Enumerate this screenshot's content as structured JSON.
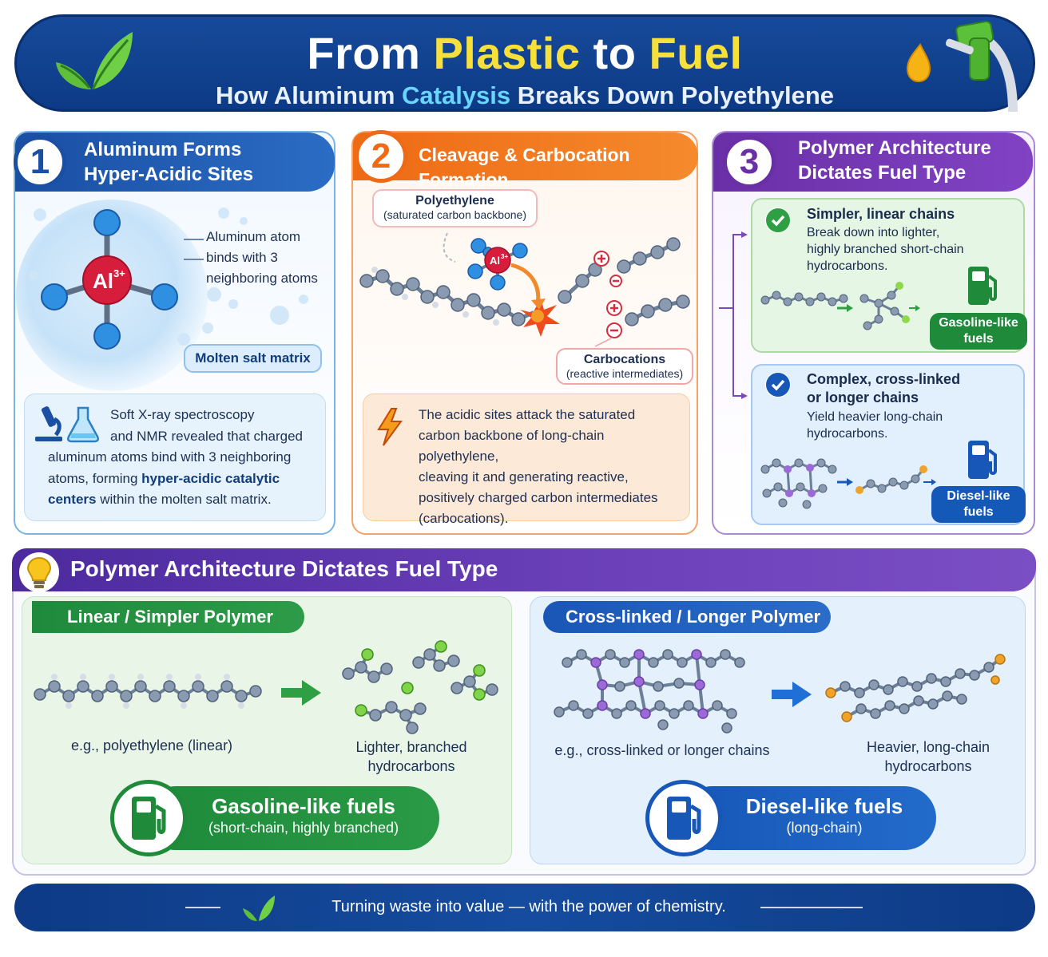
{
  "header": {
    "title_part1": "From ",
    "title_part2": "Plastic",
    "title_part3": " to ",
    "title_part4": "Fuel",
    "subtitle_part1": "How Aluminum ",
    "subtitle_part2": "Catalysis",
    "subtitle_part3": " Breaks Down Polyethylene"
  },
  "step1": {
    "number": "1",
    "title_line1": "Aluminum Forms",
    "title_line2": "Hyper-Acidic Sites",
    "ion_label": "Al",
    "ion_charge": "3+",
    "atom_line1": "Aluminum atom",
    "atom_line2": "binds with 3",
    "atom_line3": "neighboring atoms",
    "matrix_label": "Molten salt matrix",
    "body_line1": "Soft X-ray spectroscopy",
    "body_line2": "and NMR revealed that charged",
    "body_line3": "aluminum atoms bind with 3 neighboring",
    "body_line4a": "atoms, forming ",
    "body_line4b": "hyper-acidic catalytic",
    "body_line5a": "centers",
    "body_line5b": " within the molten salt matrix."
  },
  "step2": {
    "number": "2",
    "title": "Cleavage & Carbocation Formation",
    "pe_label": "Polyethylene",
    "pe_sub": "(saturated carbon backbone)",
    "ion_label": "Al",
    "ion_charge": "3+",
    "carbo_label": "Carbocations",
    "carbo_sub": "(reactive intermediates)",
    "body_line1": "The acidic sites attack the saturated",
    "body_line2": "carbon backbone of long-chain polyethylene,",
    "body_line3": "cleaving it and generating reactive,",
    "body_line4": "positively charged carbon intermediates",
    "body_line5": "(carbocations)."
  },
  "step3": {
    "number": "3",
    "title_line1": "Polymer Architecture",
    "title_line2": "Dictates Fuel Type",
    "linear_head": "Simpler, linear chains",
    "linear_line1": "Break down into lighter,",
    "linear_line2": "highly branched short-chain",
    "linear_line3": "hydrocarbons.",
    "gas_line1": "Gasoline-like",
    "gas_line2": "fuels",
    "cross_head1": "Complex, cross-linked",
    "cross_head2": "or longer chains",
    "cross_line1": "Yield heavier long-chain",
    "cross_line2": "hydrocarbons.",
    "dsl_line1": "Diesel-like",
    "dsl_line2": "fuels"
  },
  "lower": {
    "title": "Polymer Architecture Dictates Fuel Type",
    "linear": {
      "pill": "Linear / Simpler Polymer",
      "example": "e.g., polyethylene (linear)",
      "product_line1": "Lighter, branched",
      "product_line2": "hydrocarbons",
      "fuel": "Gasoline-like fuels",
      "fuel_sub": "(short-chain, highly branched)"
    },
    "cross": {
      "pill": "Cross-linked / Longer Polymer",
      "example": "e.g., cross-linked or longer chains",
      "product_line1": "Heavier, long-chain",
      "product_line2": "hydrocarbons",
      "fuel": "Diesel-like fuels",
      "fuel_sub": "(long-chain)"
    }
  },
  "footer": {
    "text": "Turning waste into value — with the power of chemistry."
  },
  "colors": {
    "navy": "#0e3a86",
    "yellow": "#f7e03a",
    "orange": "#ee6a14",
    "purple": "#6a2fa6",
    "green": "#1e8a3a",
    "blue": "#1657b7",
    "carbon": "#6b7f96",
    "hydrogen": "#3a8fe0",
    "aluminum": "#d61e3c"
  },
  "icons": [
    "leaf-icon",
    "fuel-pump-nozzle-icon",
    "microscope-icon",
    "flask-icon",
    "lightning-icon",
    "check-icon",
    "fuel-pump-icon",
    "lightbulb-icon"
  ]
}
